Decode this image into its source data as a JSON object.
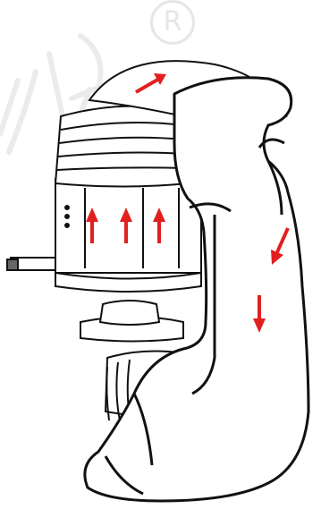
{
  "watermark": {
    "registered_mark": "R"
  },
  "figure": {
    "description_colors": {
      "outline": "#111111",
      "arrow": "#e21f1f",
      "watermark": "#e6e6e6"
    },
    "arrows": [
      {
        "name": "arrow-top-curve",
        "direction": "up-right"
      },
      {
        "name": "arrow-body-left",
        "direction": "up"
      },
      {
        "name": "arrow-body-middle",
        "direction": "up"
      },
      {
        "name": "arrow-body-right",
        "direction": "up"
      },
      {
        "name": "arrow-chute-upper",
        "direction": "down-left"
      },
      {
        "name": "arrow-chute-lower",
        "direction": "down"
      }
    ]
  }
}
